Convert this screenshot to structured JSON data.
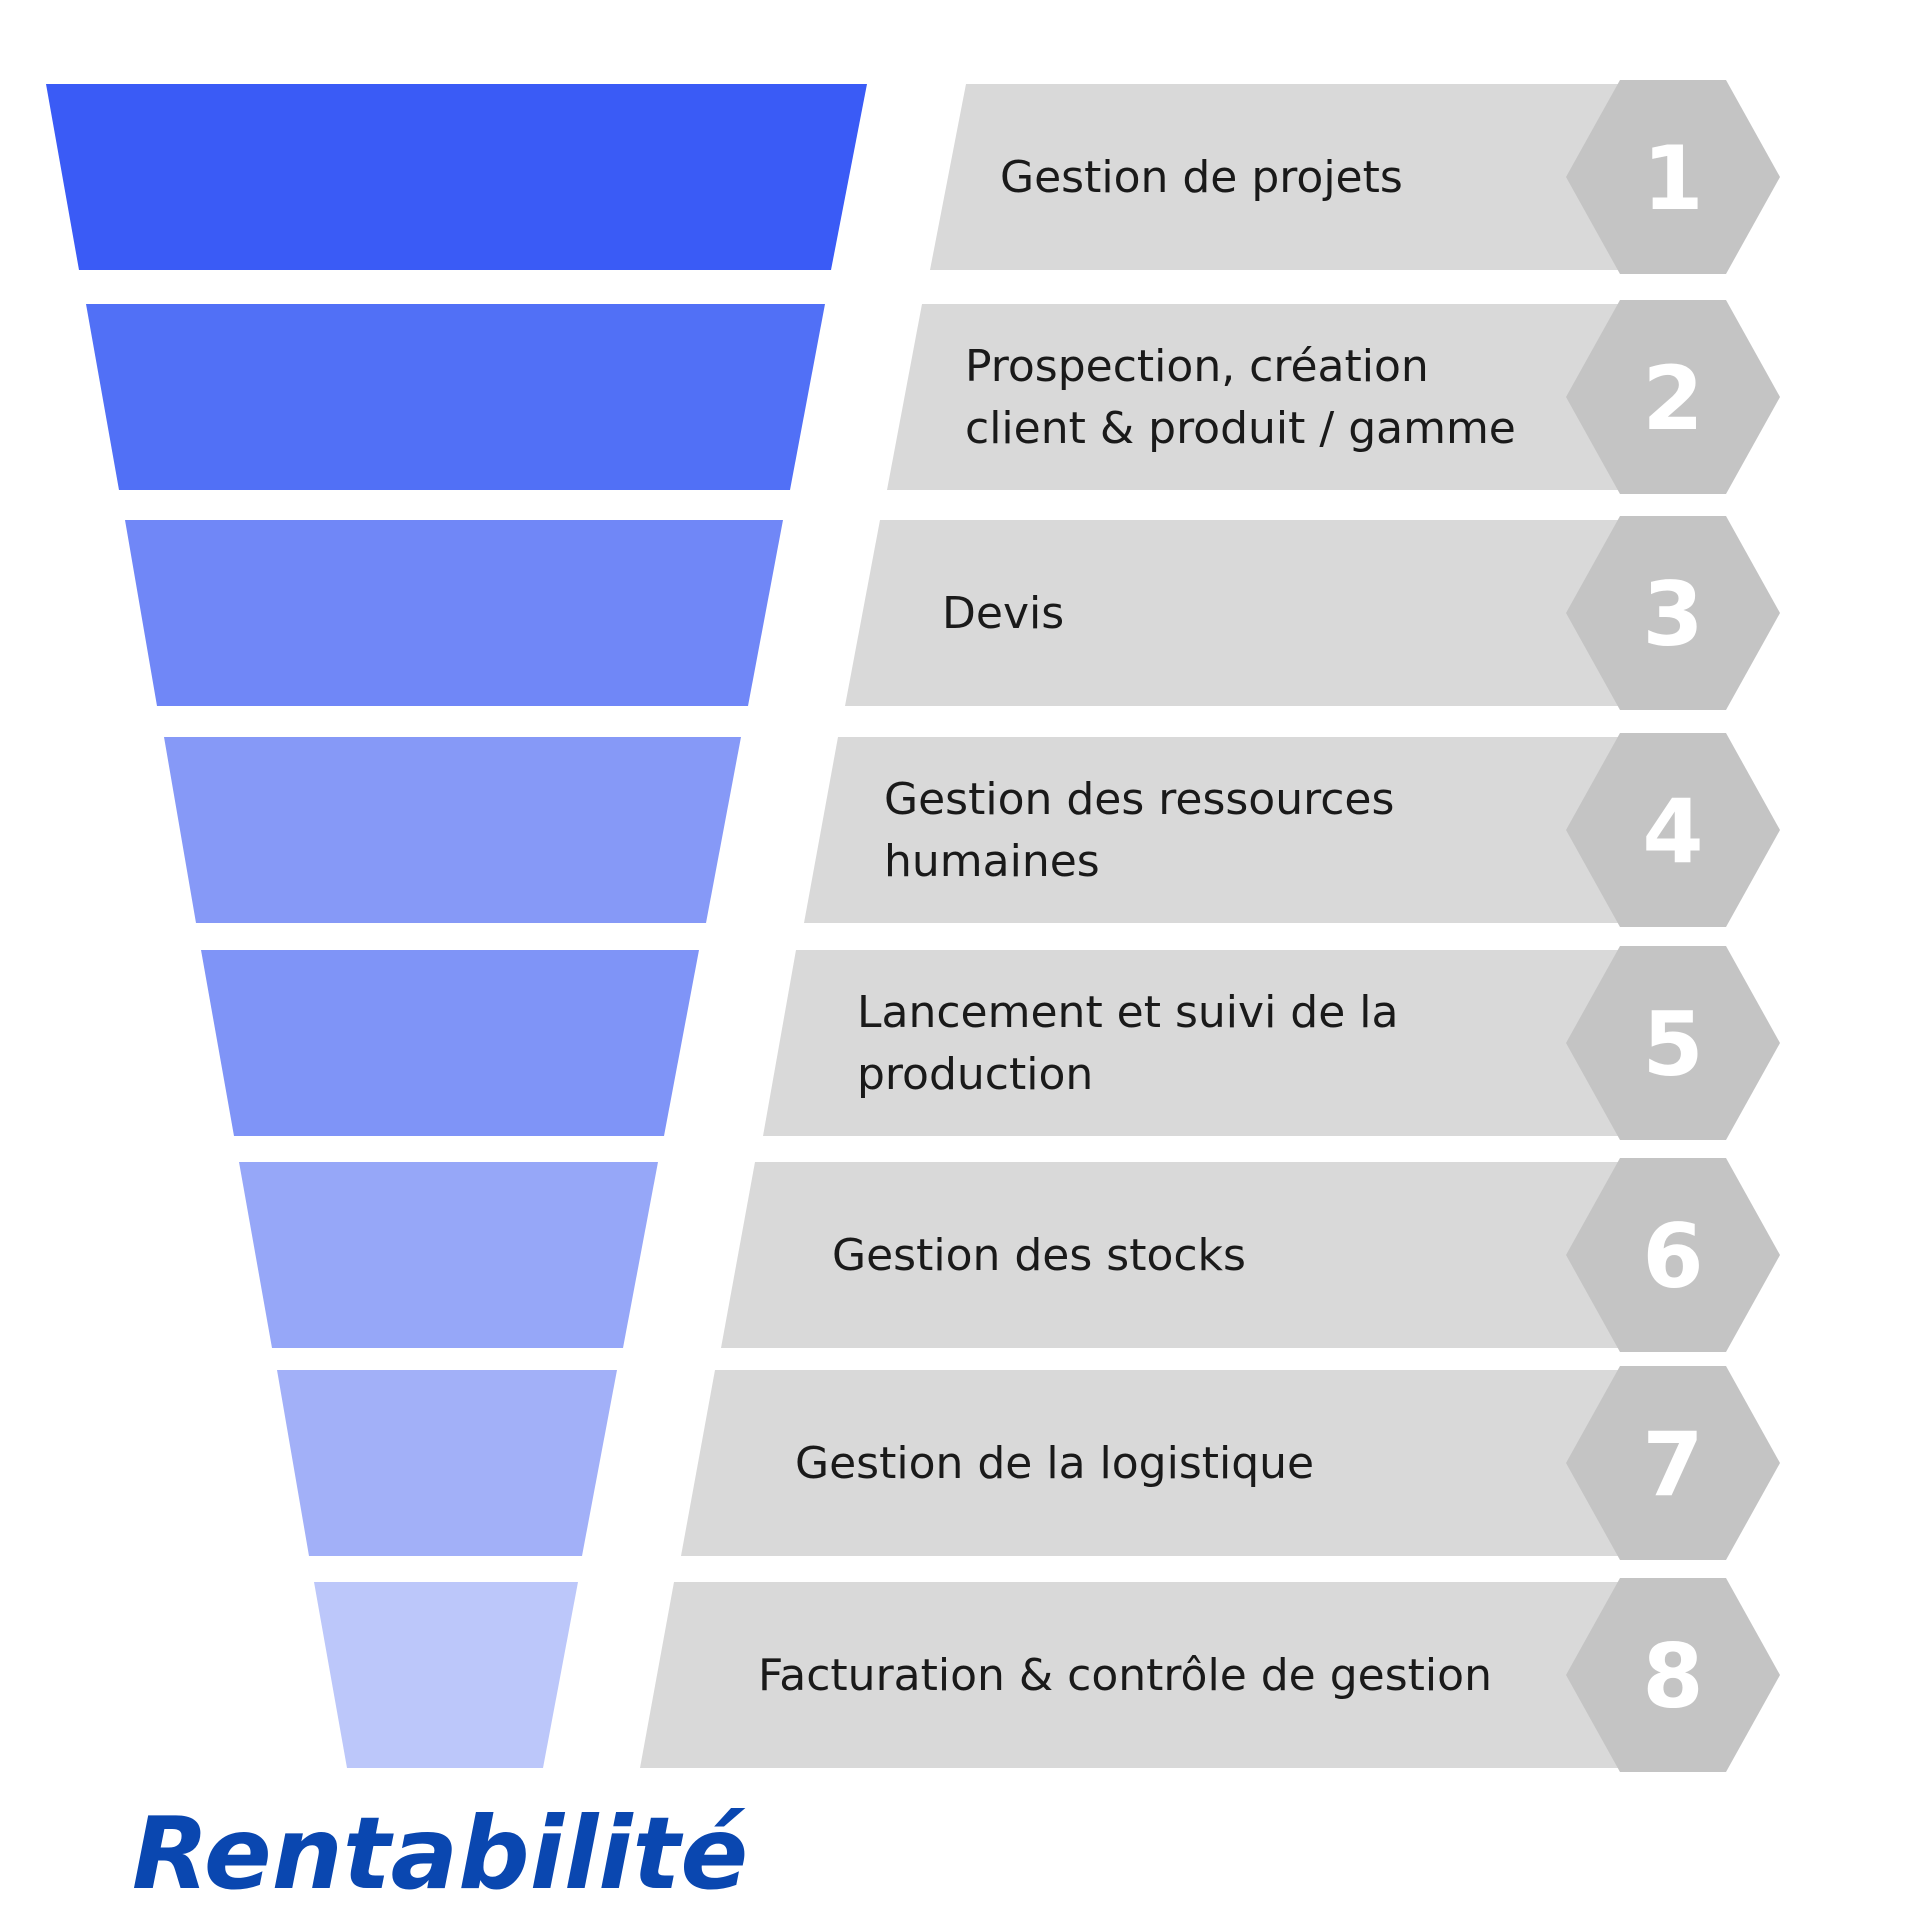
{
  "colors": {
    "funnel": [
      "#3a5bf6",
      "#5170f6",
      "#7087f7",
      "#8699f7",
      "#7f94f7",
      "#96a7f8",
      "#a2b0f8",
      "#bcc7fa"
    ],
    "band": "#d9d9d9",
    "hexagon": "#c4c4c4",
    "number": "#ffffff",
    "label": "#1a1a1a",
    "footer": "#0a47b0"
  },
  "steps": [
    {
      "number": "1",
      "lines": [
        "Gestion de projets"
      ]
    },
    {
      "number": "2",
      "lines": [
        "Prospection, création",
        "client & produit / gamme"
      ]
    },
    {
      "number": "3",
      "lines": [
        "Devis"
      ]
    },
    {
      "number": "4",
      "lines": [
        "Gestion des ressources",
        "humaines"
      ]
    },
    {
      "number": "5",
      "lines": [
        "Lancement et suivi de la",
        "production"
      ]
    },
    {
      "number": "6",
      "lines": [
        "Gestion des stocks"
      ]
    },
    {
      "number": "7",
      "lines": [
        "Gestion de la logistique"
      ]
    },
    {
      "number": "8",
      "lines": [
        "Facturation & contrôle de gestion"
      ]
    }
  ],
  "footer": {
    "title": "Rentabilité"
  }
}
